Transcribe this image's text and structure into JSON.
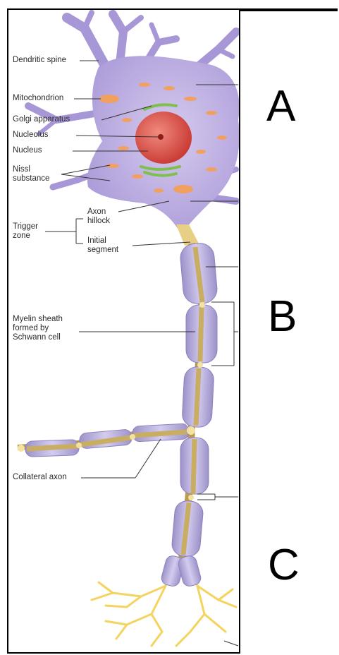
{
  "labels": {
    "dendritic_spine": "Dendritic spine",
    "mitochondrion": "Mitochondrion",
    "golgi": "Golgi apparatus",
    "nucleolus": "Nucleolus",
    "nucleus": "Nucleus",
    "nissl": "Nissl\nsubstance",
    "axon_hillock": "Axon\nhillock",
    "trigger_zone": "Trigger\nzone",
    "initial_segment": "Initial\nsegment",
    "myelin_sheath": "Myelin sheath\nformed by\nSchwann cell",
    "collateral_axon": "Collateral axon"
  },
  "region_letters": {
    "a": "A",
    "b": "B",
    "c": "C"
  },
  "colors": {
    "cell_body": "#b7a7de",
    "nucleus": "#d8463c",
    "golgi": "#7fbf4d",
    "mitochondria": "#f2a060",
    "axon": "#c9ad62",
    "myelin": "#b6aedb",
    "terminals": "#f4d35e"
  }
}
